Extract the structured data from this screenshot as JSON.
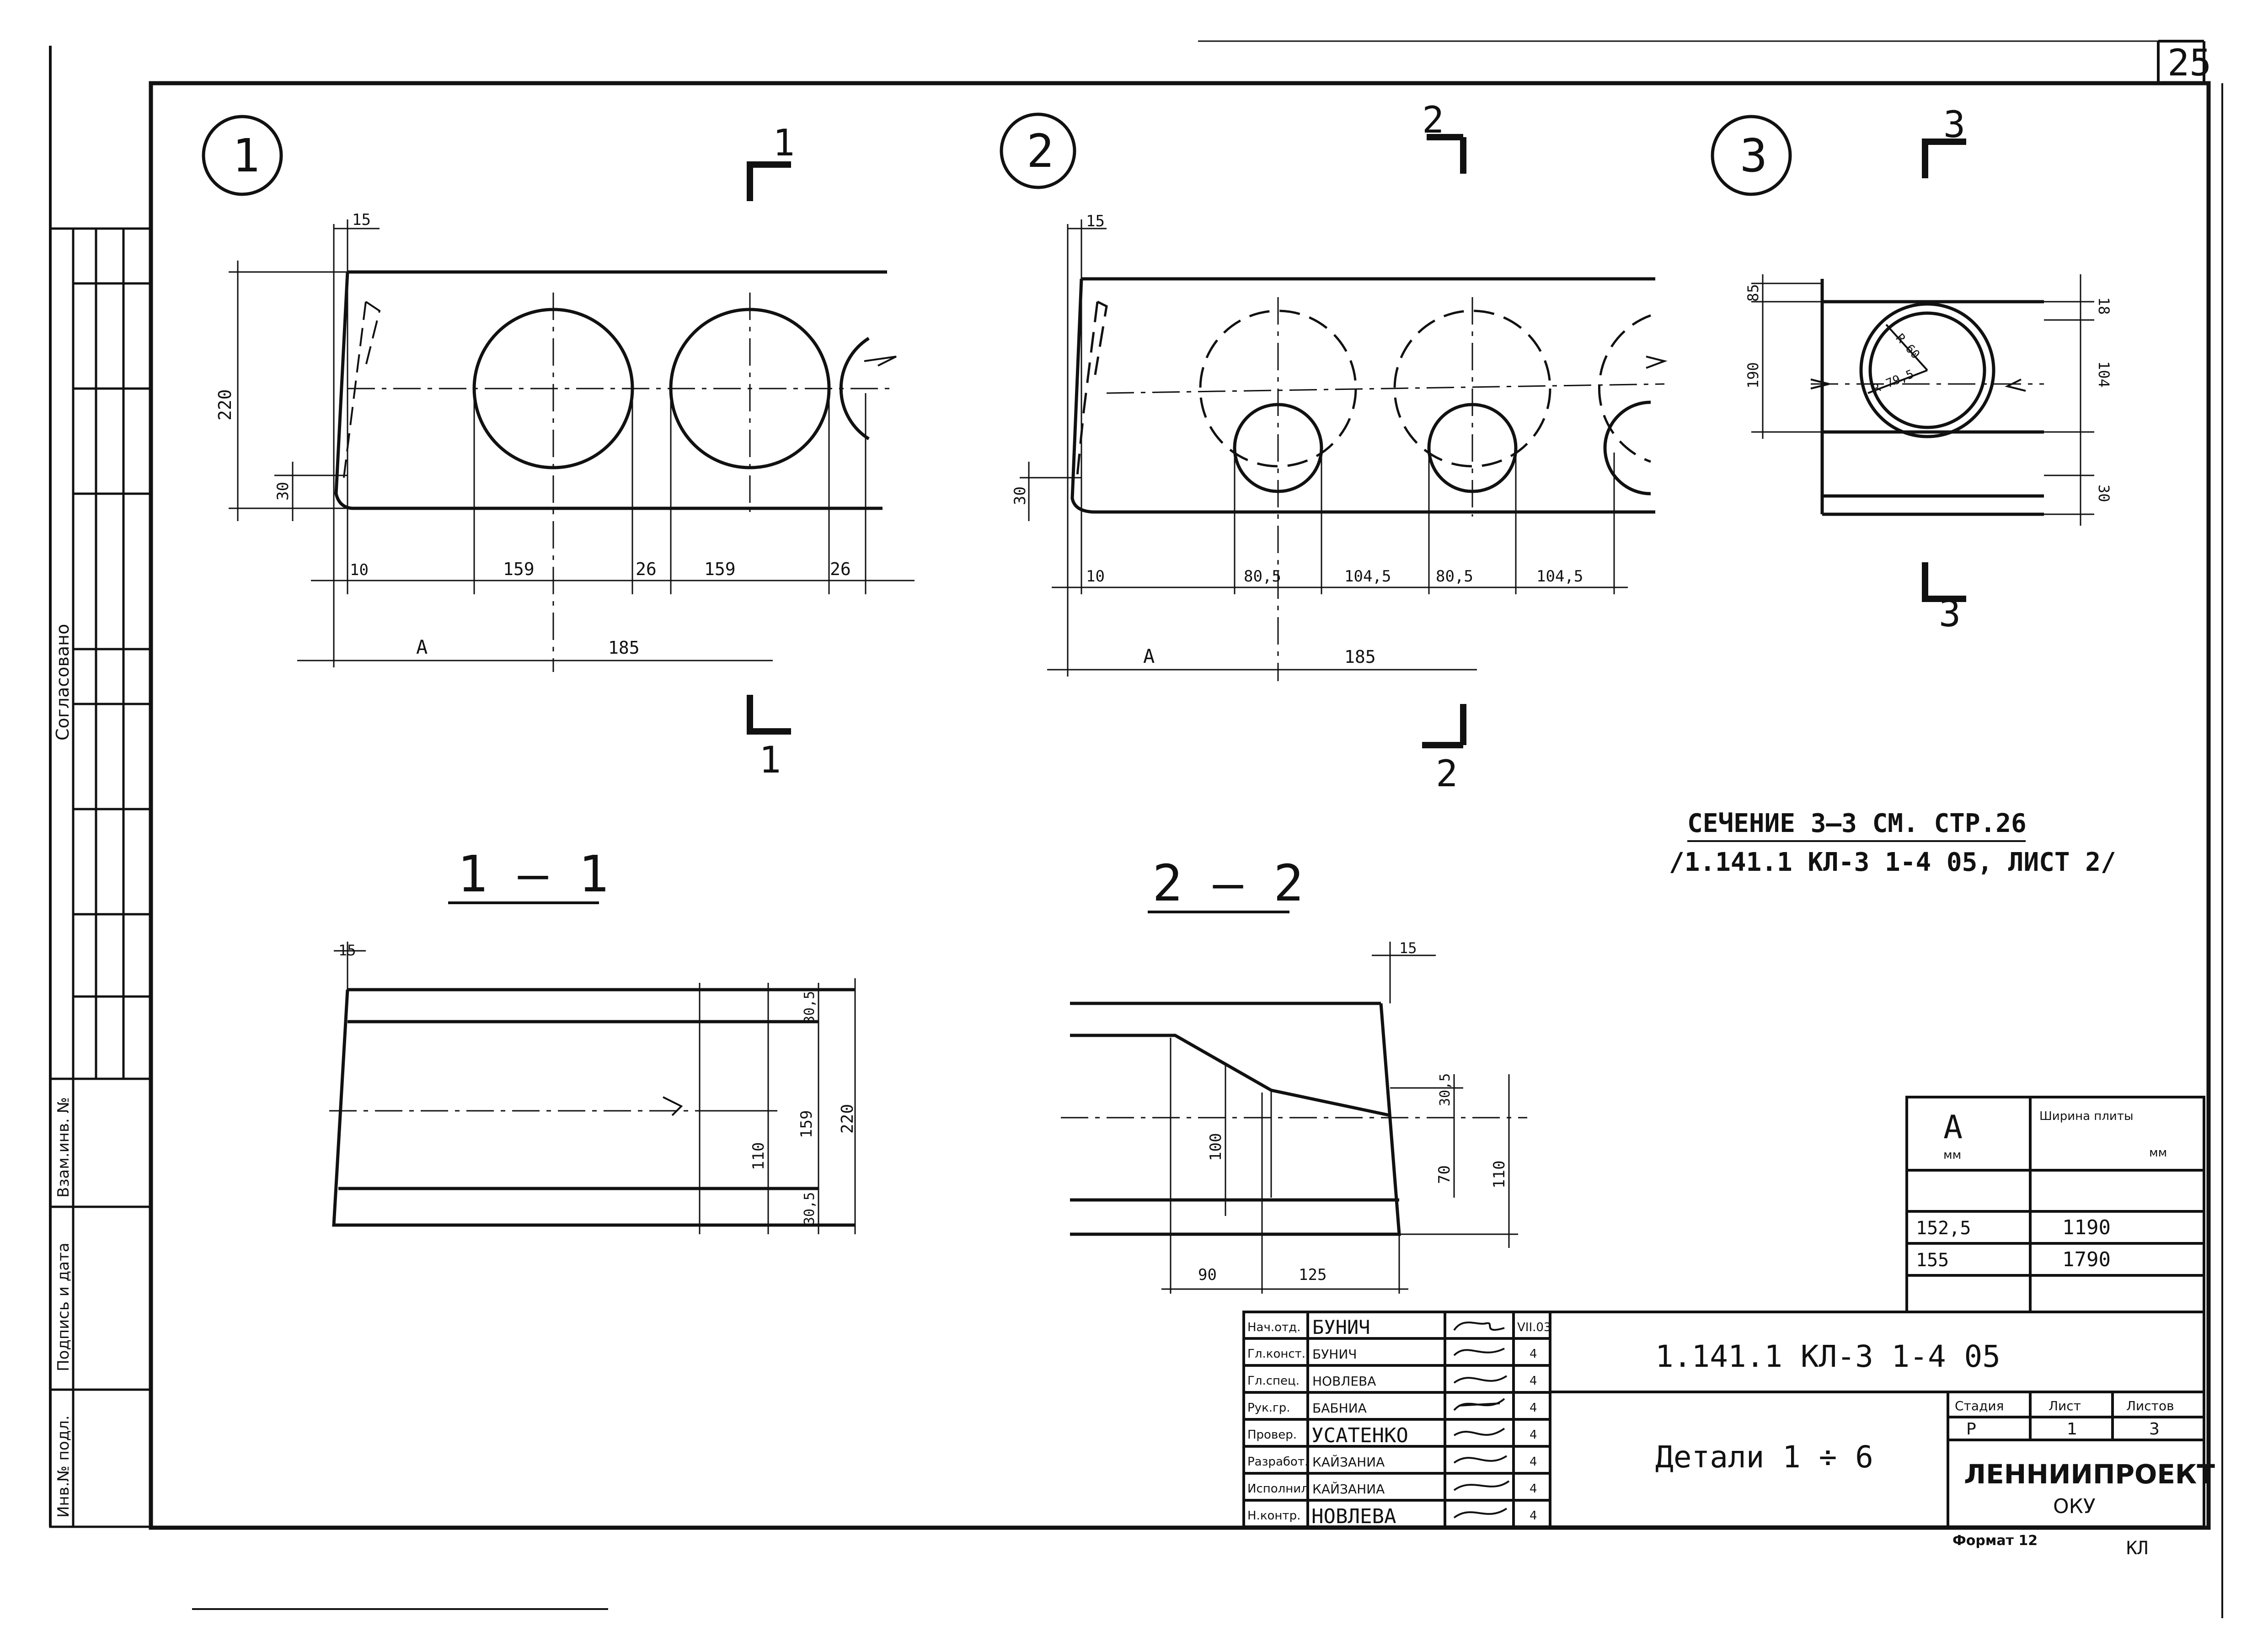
{
  "sheet": {
    "page_number": "25",
    "format_label": "Формат 12",
    "corner_mark": "КЛ"
  },
  "details": [
    {
      "id": "1",
      "section": "1"
    },
    {
      "id": "2",
      "section": "2"
    },
    {
      "id": "3",
      "section": "3"
    }
  ],
  "sections": {
    "title_1": "1 — 1",
    "title_2": "2 — 2",
    "note_line1": "СЕЧЕНИЕ 3–3 СМ. СТР.26",
    "note_line2": "/1.141.1 КЛ-3  1-4  05, ЛИСТ 2/"
  },
  "dims": {
    "d1": {
      "top": "15",
      "height": "220",
      "bottom": "30",
      "left": "10",
      "hole1": "159",
      "rib1": "26",
      "hole2": "159",
      "rib2": "26",
      "A": "A",
      "pitch": "185"
    },
    "d2": {
      "top": "15",
      "bottom": "30",
      "left": "10",
      "hole1": "80,5",
      "rib1": "104,5",
      "hole2": "80,5",
      "rib2": "104,5",
      "A": "A",
      "pitch": "185"
    },
    "d3": {
      "top_left": "85",
      "top_right": "18",
      "height": "190",
      "mid": "104",
      "bottom_right": "30",
      "r1": "R 60",
      "r2": "R 79,5"
    },
    "s1": {
      "top": "15",
      "d_a": "30,5",
      "d_b": "159",
      "d_c": "30,5",
      "total": "220",
      "mid": "110"
    },
    "s2": {
      "top": "15",
      "d_a": "30,5",
      "d_b": "100",
      "d_c": "70",
      "total": "110",
      "bot1": "90",
      "bot2": "125"
    }
  },
  "width_table": {
    "col1_header": "A",
    "col1_unit": "мм",
    "col2_header": "Ширина плиты",
    "col2_unit": "мм",
    "rows": [
      {
        "a": "152,5",
        "width": "1190"
      },
      {
        "a": "155",
        "width": "1790"
      }
    ]
  },
  "side_stamp": {
    "agreed": "Согласовано",
    "inv_replaced": "Взам.инв. №",
    "sign_date": "Подпись и дата",
    "inv_original": "Инв.№ подл."
  },
  "title_block": {
    "signatures": [
      {
        "role": "Нач.отд.",
        "name": "БУНИЧ",
        "date": "VII.03"
      },
      {
        "role": "Гл.конст.",
        "name": "БУНИЧ",
        "date": "4"
      },
      {
        "role": "Гл.спец.",
        "name": "НОВЛЕВА",
        "date": "4"
      },
      {
        "role": "Рук.гр.",
        "name": "БАБНИА",
        "date": "4"
      },
      {
        "role": "Провер.",
        "name": "УСАТЕНКО",
        "date": "4"
      },
      {
        "role": "Разработ.",
        "name": "КАЙЗАНИА",
        "date": "4"
      },
      {
        "role": "Исполнил",
        "name": "КАЙЗАНИА",
        "date": "4"
      },
      {
        "role": "Н.контр.",
        "name": "НОВЛЕВА",
        "date": "4"
      }
    ],
    "code": "1.141.1 КЛ-3   1-4   05",
    "title": "Детали 1 ÷ 6",
    "stage_label": "Стадия",
    "sheet_label": "Лист",
    "sheets_label": "Листов",
    "stage": "Р",
    "sheet": "1",
    "sheets": "3",
    "org": "ЛЕННИИПРОЕКТ",
    "dept": "ОКУ"
  }
}
